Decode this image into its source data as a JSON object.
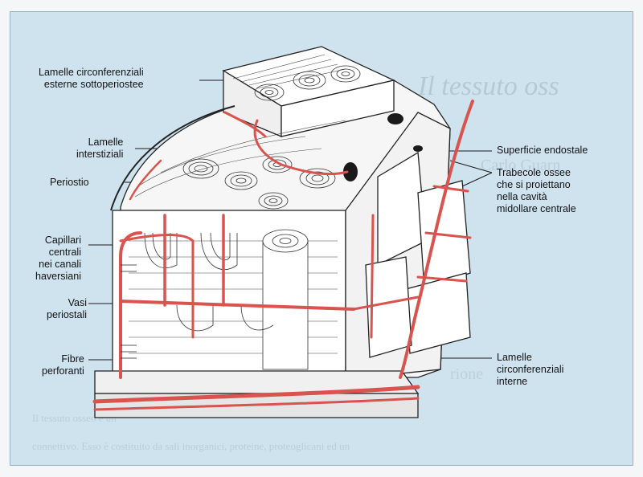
{
  "labels": {
    "lamelle_esterne": "Lamelle circonferenziali\nesterne sottoperiostee",
    "lamelle_interstiziali": "Lamelle\ninterstiziali",
    "periostio": "Periostio",
    "capillari": "Capillari\ncentrali\nnei canali\nhaversiani",
    "vasi": "Vasi\nperiostali",
    "fibre": "Fibre\nperforanti",
    "superficie": "Superficie endostale",
    "trabecole": "Trabecole ossee\nche si proiettano\nnella cavità\nmidollare centrale",
    "lamelle_interne": "Lamelle\ncirconferenziali\ninterne"
  },
  "colors": {
    "vessel": "#d9534f",
    "bone": "#ffffff",
    "panel": "#cfe3ee"
  }
}
